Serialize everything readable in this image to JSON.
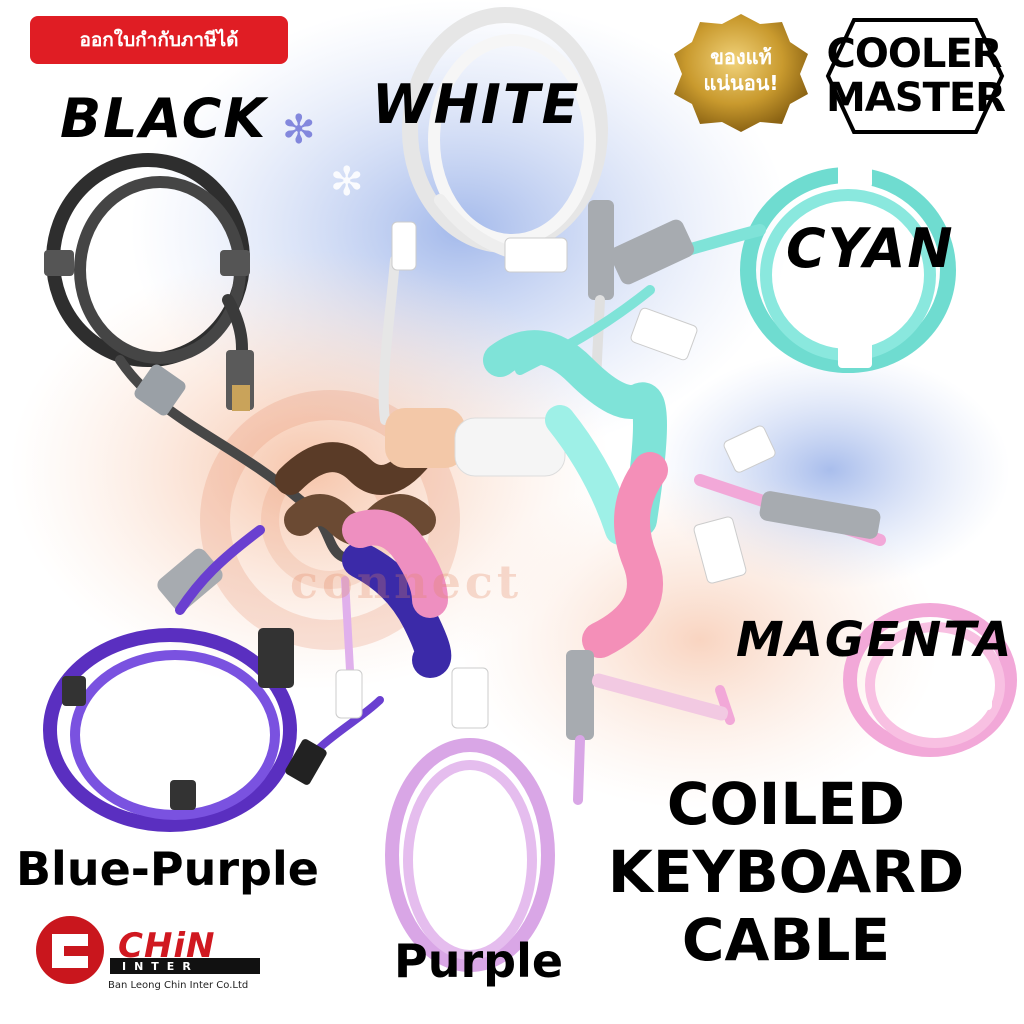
{
  "badge": {
    "text": "ออกใบกำกับภาษีได้"
  },
  "seal": {
    "line1": "ของแท้",
    "line2": "แน่นอน!"
  },
  "brand": {
    "line1": "COOLER",
    "line2": "MASTER"
  },
  "labels": {
    "black": "BLACK",
    "white": "WHITE",
    "cyan": "CYAN",
    "magenta": "MAGENTA",
    "blue_purple": "Blue-Purple",
    "purple": "Purple"
  },
  "title": {
    "line1": "COILED",
    "line2": "KEYBOARD",
    "line3": "CABLE"
  },
  "distributor": {
    "name": "CHiN",
    "sub": "INTER",
    "company": "Ban Leong Chin Inter Co.Ltd"
  },
  "watermark": {
    "text": "connect"
  },
  "colors": {
    "black_cable": "#3a3a3a",
    "white_cable": "#f2f2f2",
    "cyan_cable": "#7fe3d8",
    "magenta_cable": "#f2a8d8",
    "blue_purple_cable": "#6a3fd0",
    "purple_cable": "#d9a6e6",
    "brown_coil": "#6b4a33",
    "peach_coil": "#f3c8a8",
    "badge_red": "#e01d24",
    "seal_gold": "#c99a2e"
  }
}
